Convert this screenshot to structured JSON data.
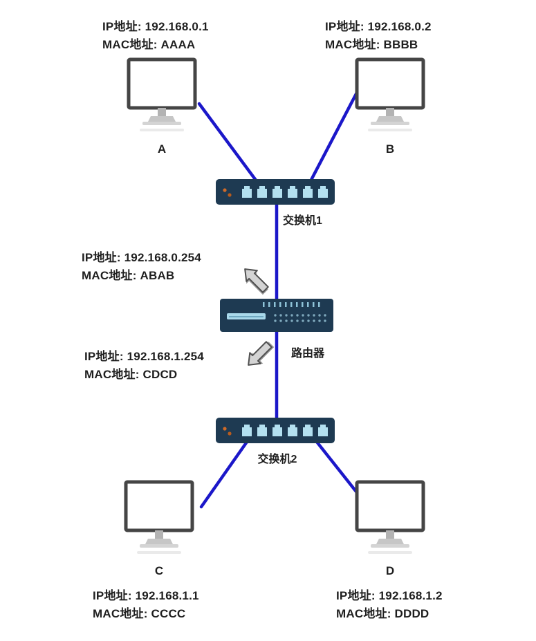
{
  "diagram": {
    "nodes": {
      "a": {
        "name": "A",
        "ip": "IP地址: 192.168.0.1",
        "mac": "MAC地址: AAAA"
      },
      "b": {
        "name": "B",
        "ip": "IP地址: 192.168.0.2",
        "mac": "MAC地址: BBBB"
      },
      "c": {
        "name": "C",
        "ip": "IP地址: 192.168.1.1",
        "mac": "MAC地址: CCCC"
      },
      "d": {
        "name": "D",
        "ip": "IP地址: 192.168.1.2",
        "mac": "MAC地址: DDDD"
      },
      "switch1": {
        "name": "交换机1"
      },
      "switch2": {
        "name": "交换机2"
      },
      "router": {
        "name": "路由器",
        "upper_interface": {
          "ip": "IP地址: 192.168.0.254",
          "mac": "MAC地址: ABAB"
        },
        "lower_interface": {
          "ip": "IP地址: 192.168.1.254",
          "mac": "MAC地址: CDCD"
        }
      }
    },
    "colors": {
      "link": "#1b17c9",
      "device_body": "#1e3a52",
      "port": "#b3e0f0",
      "led": "#cf6a28",
      "arrow_fill": "#d4d4d4",
      "arrow_stroke": "#4f4f4f",
      "text": "#1f1f1f"
    }
  }
}
